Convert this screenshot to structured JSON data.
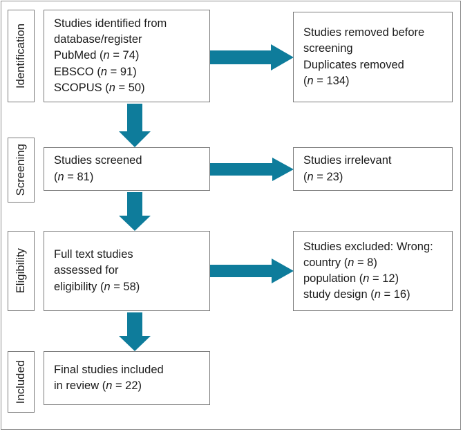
{
  "figure": {
    "type": "prisma-flow-diagram",
    "accent_color": "#0e7c9b",
    "box_border_color": "#7a7a7a",
    "text_color": "#1a1a1a",
    "background": "#ffffff"
  },
  "stages": [
    {
      "id": "identification",
      "label": "Identification"
    },
    {
      "id": "screening",
      "label": "Screening"
    },
    {
      "id": "eligibility",
      "label": "Eligibility"
    },
    {
      "id": "included",
      "label": "Included"
    }
  ],
  "boxes": {
    "identified": {
      "id": "studies-identified",
      "lines": [
        "Studies identified from",
        "database/register",
        "PubMed (n = 74)",
        "EBSCO (n = 91)",
        "SCOPUS (n = 50)"
      ],
      "counts": {
        "PubMed": 74,
        "EBSCO": 91,
        "SCOPUS": 50
      }
    },
    "removed": {
      "id": "studies-removed",
      "lines": [
        "Studies removed before",
        "screening",
        "Duplicates removed",
        "(n = 134)"
      ],
      "counts": {
        "duplicates_removed": 134
      }
    },
    "screened": {
      "id": "studies-screened",
      "lines": [
        "Studies screened",
        "(n = 81)"
      ],
      "counts": {
        "screened": 81
      }
    },
    "irrelevant": {
      "id": "studies-irrelevant",
      "lines": [
        "Studies irrelevant",
        "(n = 23)"
      ],
      "counts": {
        "irrelevant": 23
      }
    },
    "fulltext": {
      "id": "full-text-assessed",
      "lines": [
        "Full text studies",
        "assessed for",
        "eligibility (n = 58)"
      ],
      "counts": {
        "assessed": 58
      }
    },
    "excluded": {
      "id": "studies-excluded",
      "lines": [
        "Studies excluded: Wrong:",
        "country (n = 8)",
        "population (n = 12)",
        "study design (n = 16)"
      ],
      "counts": {
        "wrong_country": 8,
        "wrong_population": 12,
        "wrong_study_design": 16
      }
    },
    "included": {
      "id": "final-included",
      "lines": [
        "Final studies included",
        "in review (n = 22)"
      ],
      "counts": {
        "included": 22
      }
    }
  },
  "arrows": [
    {
      "id": "arrow-identified-to-removed",
      "direction": "right",
      "from": "studies-identified",
      "to": "studies-removed"
    },
    {
      "id": "arrow-identified-to-screened",
      "direction": "down",
      "from": "studies-identified",
      "to": "studies-screened"
    },
    {
      "id": "arrow-screened-to-irrelevant",
      "direction": "right",
      "from": "studies-screened",
      "to": "studies-irrelevant"
    },
    {
      "id": "arrow-screened-to-fulltext",
      "direction": "down",
      "from": "studies-screened",
      "to": "full-text-assessed"
    },
    {
      "id": "arrow-fulltext-to-excluded",
      "direction": "right",
      "from": "full-text-assessed",
      "to": "studies-excluded"
    },
    {
      "id": "arrow-fulltext-to-included",
      "direction": "down",
      "from": "full-text-assessed",
      "to": "final-included"
    }
  ]
}
